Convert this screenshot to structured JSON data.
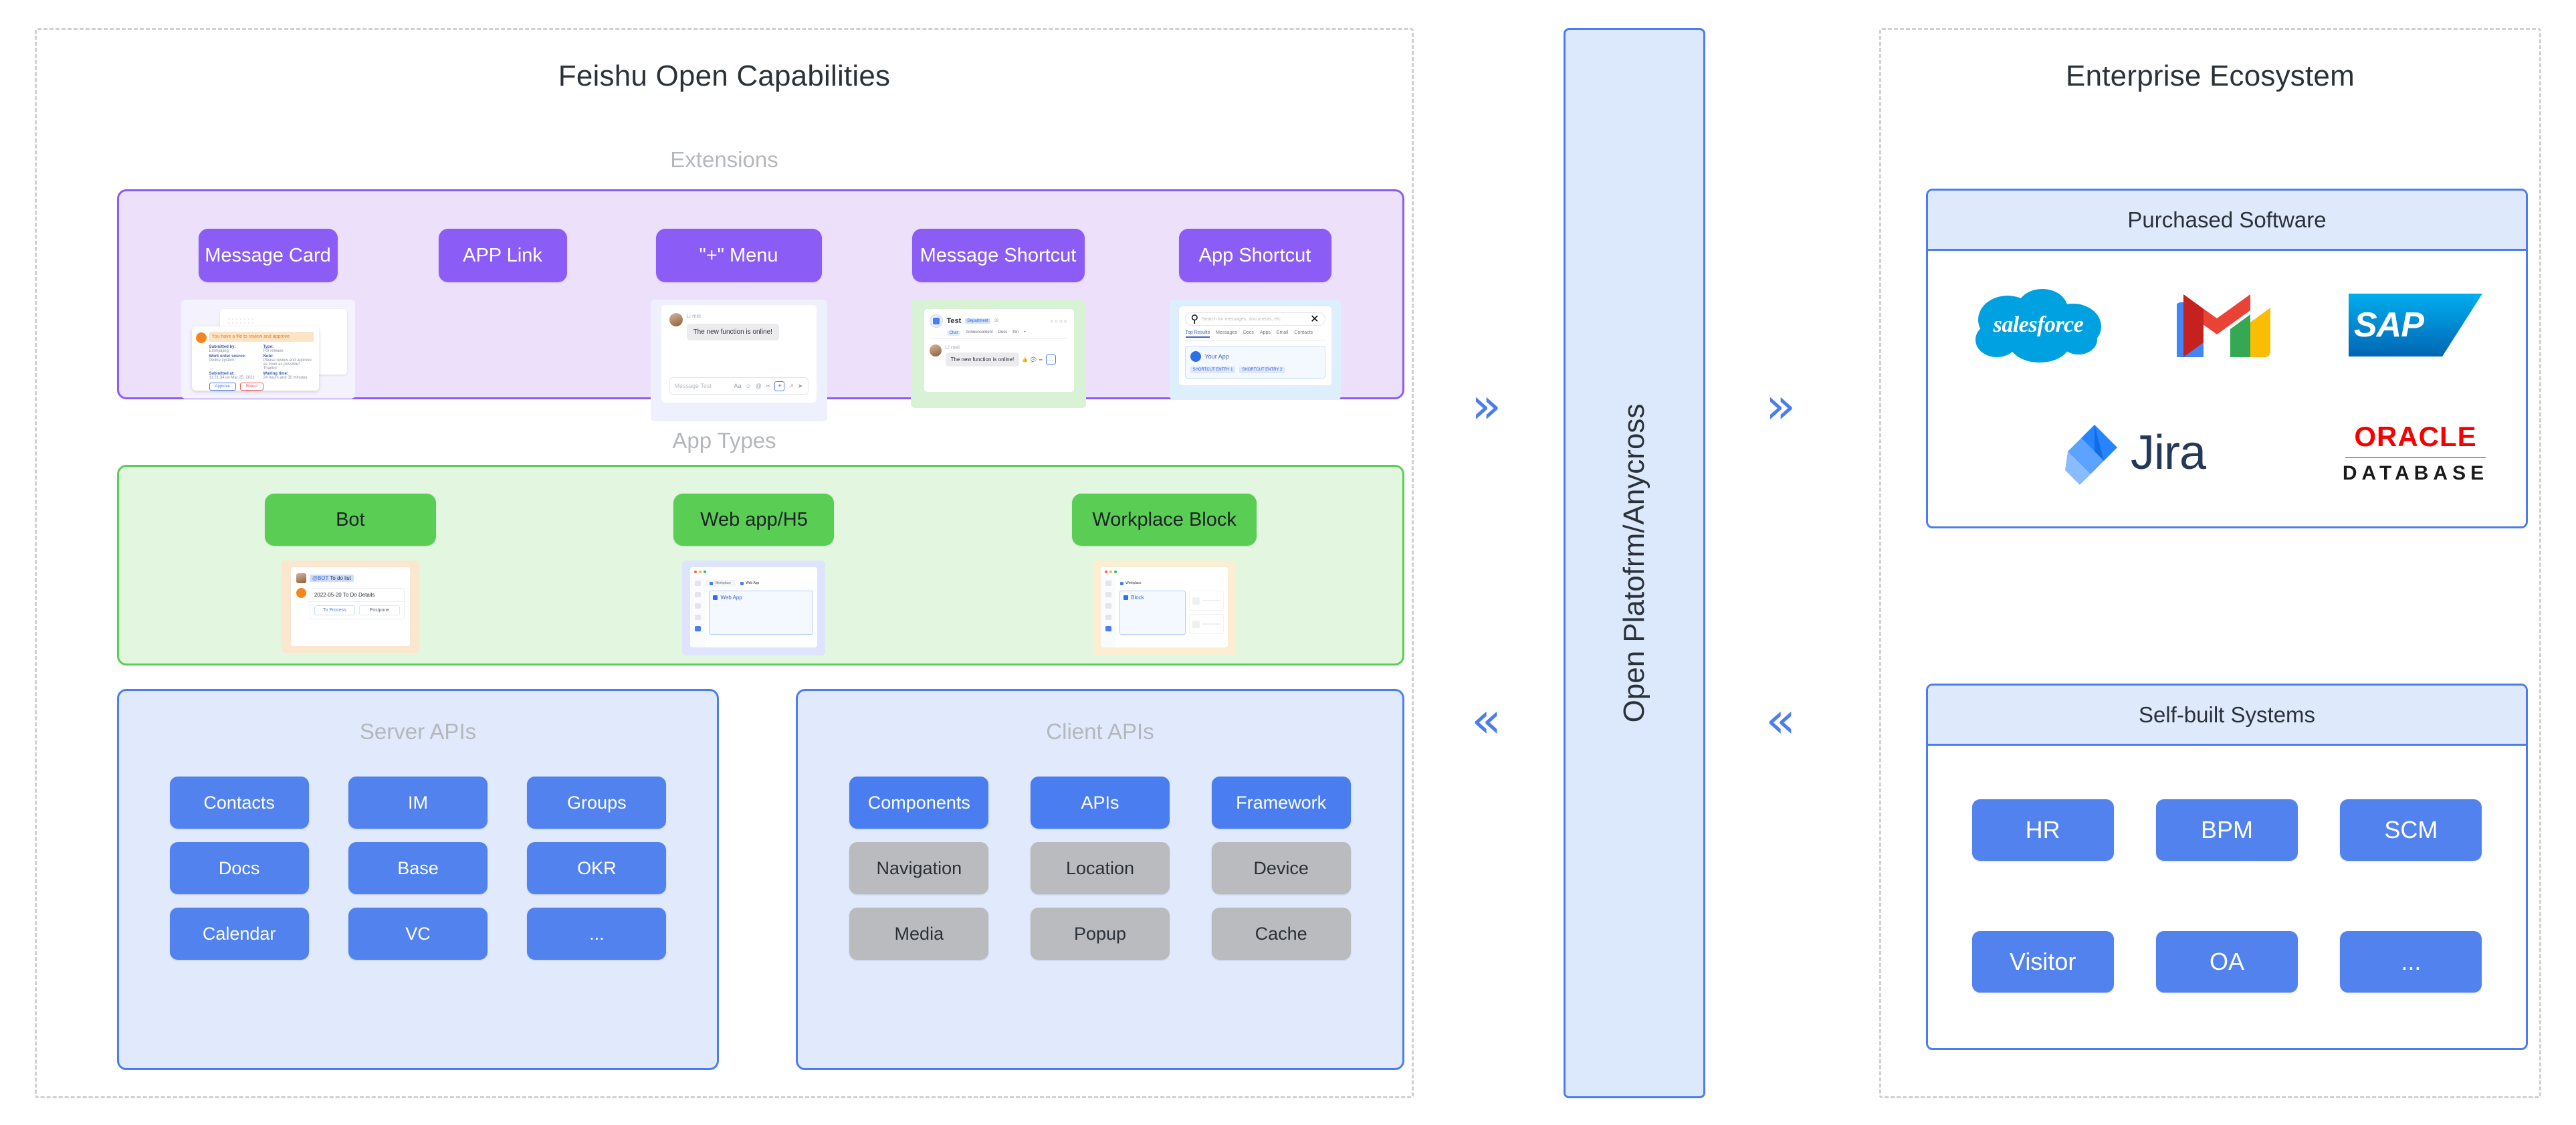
{
  "left_panel": {
    "title": "Feishu Open Capabilities",
    "extensions": {
      "label": "Extensions",
      "items": [
        {
          "label": "Message Card"
        },
        {
          "label": "APP Link"
        },
        {
          "label": "\"+\" Menu"
        },
        {
          "label": "Message Shortcut"
        },
        {
          "label": "App Shortcut"
        }
      ]
    },
    "app_types": {
      "label": "App Types",
      "items": [
        {
          "label": "Bot"
        },
        {
          "label": "Web app/H5"
        },
        {
          "label": "Workplace Block"
        }
      ]
    },
    "server_apis": {
      "title": "Server APIs",
      "chips": [
        "Contacts",
        "IM",
        "Groups",
        "Docs",
        "Base",
        "OKR",
        "Calendar",
        "VC",
        "..."
      ]
    },
    "client_apis": {
      "title": "Client APIs",
      "chips_primary": [
        "Components",
        "APIs",
        "Framework"
      ],
      "chips_secondary": [
        "Navigation",
        "Location",
        "Device",
        "Media",
        "Popup",
        "Cache"
      ]
    }
  },
  "center": {
    "label": "Open Platofrm/Anycross",
    "arrow_right": "»",
    "arrow_left": "«"
  },
  "right_panel": {
    "title": "Enterprise Ecosystem",
    "purchased_software": {
      "title": "Purchased Software",
      "logos": [
        {
          "name": "salesforce",
          "text": "salesforce"
        },
        {
          "name": "gmail",
          "text": ""
        },
        {
          "name": "sap",
          "text": "SAP"
        },
        {
          "name": "jira",
          "text": "Jira"
        },
        {
          "name": "oracle-database",
          "text": "ORACLE",
          "subtext": "DATABASE"
        }
      ]
    },
    "self_built": {
      "title": "Self-built Systems",
      "chips": [
        "HR",
        "BPM",
        "SCM",
        "Visitor",
        "OA",
        "..."
      ]
    }
  },
  "thumbnails": {
    "message_card": {
      "banner": "You have a file to review and approve",
      "fields": [
        {
          "key": "Submitted by:",
          "value": "Emmjiajing"
        },
        {
          "key": "Type:",
          "value": "For release"
        },
        {
          "key": "Work order source:",
          "value": "Online system"
        },
        {
          "key": "Note:",
          "value": "Please review and approve as soon as possible! Thanks!"
        },
        {
          "key": "Submitted at:",
          "value": "11:21:34 on Mar 25, 2021"
        },
        {
          "key": "Waiting time:",
          "value": "24 hours and 30 minutes"
        }
      ],
      "approve_label": "Approve",
      "reject_label": "Reject"
    },
    "plus_menu": {
      "sender": "Li mei",
      "message": "The new function is online!",
      "input_placeholder": "Message Test"
    },
    "message_shortcut": {
      "group_name": "Test",
      "group_badge": "Department",
      "member_count": "38",
      "tabs": [
        "Chat",
        "Announcement",
        "Docs",
        "Pin",
        "+"
      ],
      "sender": "Li mei",
      "message": "The new function is online!",
      "more_label": "…"
    },
    "app_shortcut": {
      "search_placeholder": "Search for messages, documents, etc.",
      "tabs": [
        "Top Results",
        "Messages",
        "Docs",
        "Apps",
        "Email",
        "Contacts"
      ],
      "app_name": "Your App",
      "entries": [
        "SHORTCUT ENTRY 1",
        "SHORTCUT ENTRY 2"
      ]
    },
    "bot": {
      "mention": "@BOT",
      "mention_text": "To do list",
      "card_title": "2022-05-20 To Do Details",
      "btn_primary": "To Process",
      "btn_secondary": "Postpone"
    },
    "web_app": {
      "tab_workplace": "Workplace",
      "tab_webapp": "Web App",
      "panel_label": "Web App"
    },
    "workplace_block": {
      "tab_workplace": "Workplace",
      "panel_label": "Block"
    }
  },
  "colors": {
    "purple": "#8b5cf6",
    "purple_bg": "#ece0fb",
    "green": "#5ace54",
    "green_bg": "#e2f6e0",
    "blue": "#4a7ef0",
    "blue_bg": "#e1eafc",
    "gray_chip": "#b9bbbe",
    "center_bg": "#dce8fc",
    "dashed": "#d0d0d0"
  }
}
